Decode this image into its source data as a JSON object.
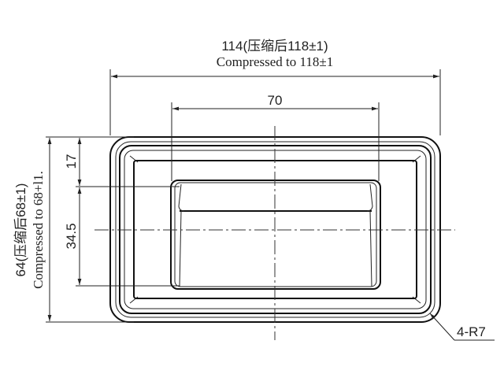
{
  "dimensions": {
    "width": {
      "value_label": "114(压缩后118±1)",
      "english_label": "Compressed to 118±1"
    },
    "handle_width": {
      "value_label": "70"
    },
    "height": {
      "value_label": "64(压缩后68±1)",
      "english_label": "Compressed to 68+l1."
    },
    "top_offset": {
      "value_label": "17"
    },
    "handle_height": {
      "value_label": "34.5"
    },
    "corner_radius": {
      "value_label": "4-R7"
    }
  },
  "colors": {
    "part_fill": "#cccccc",
    "line": "#111111"
  }
}
